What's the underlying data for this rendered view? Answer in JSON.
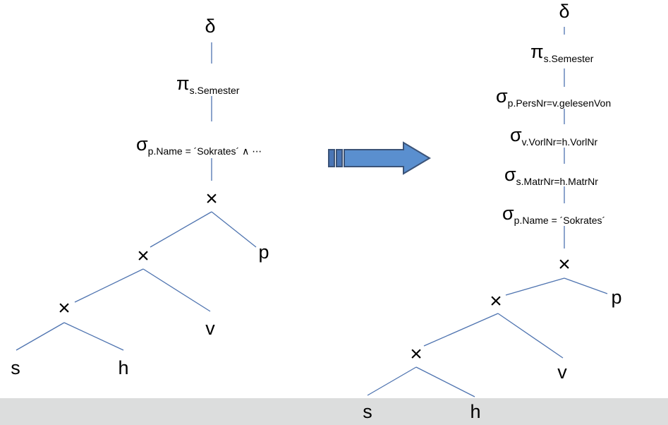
{
  "left_tree": {
    "root": "δ",
    "projection": {
      "symbol": "π",
      "subscript": "s.Semester"
    },
    "selection": {
      "symbol": "σ",
      "subscript": "p.Name = ´Sokrates´ ∧ ⋯"
    },
    "cross_symbol": "×",
    "leaves": [
      "s",
      "h",
      "v",
      "p"
    ]
  },
  "right_tree": {
    "root": "δ",
    "projection": {
      "symbol": "π",
      "subscript": "s.Semester"
    },
    "selections": [
      {
        "symbol": "σ",
        "subscript": "p.PersNr=v.gelesenVon"
      },
      {
        "symbol": "σ",
        "subscript": "v.VorlNr=h.VorlNr"
      },
      {
        "symbol": "σ",
        "subscript": "s.MatrNr=h.MatrNr"
      },
      {
        "symbol": "σ",
        "subscript": "p.Name = ´Sokrates´"
      }
    ],
    "cross_symbol": "×",
    "leaves": [
      "s",
      "h",
      "v",
      "p"
    ]
  },
  "colors": {
    "edge": "#4f74b0",
    "arrow_fill": "#5a8fcf",
    "arrow_stroke": "#3b5378",
    "bottom_bar": "#dcdddd"
  }
}
